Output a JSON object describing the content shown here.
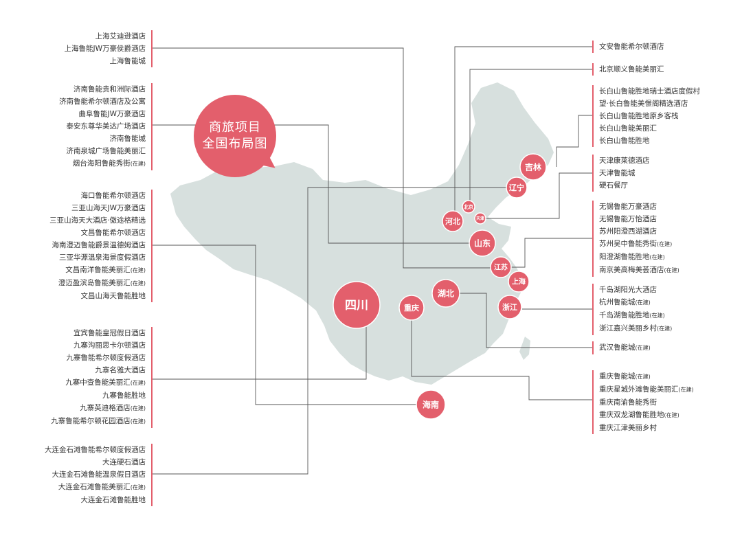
{
  "title": {
    "line1": "商旅项目",
    "line2": "全国布局图"
  },
  "colors": {
    "accent": "#e35f6c",
    "land": "#d7e0de",
    "line": "#555555"
  },
  "note_text": "(在建)",
  "left_groups": [
    {
      "items": [
        {
          "text": "上海艾迪逊酒店"
        },
        {
          "text": "上海鲁能JW万豪侯爵酒店"
        },
        {
          "text": "上海鲁能城"
        }
      ]
    },
    {
      "items": [
        {
          "text": "济南鲁能贵和洲际酒店"
        },
        {
          "text": "济南鲁能希尔顿酒店及公寓"
        },
        {
          "text": "曲阜鲁能JW万豪酒店"
        },
        {
          "text": "泰安东尊华美达广场酒店"
        },
        {
          "text": "济南鲁能城"
        },
        {
          "text": "济南泉城广场鲁能美丽汇"
        },
        {
          "text": "烟台海阳鲁能秀街",
          "note": "(在建)"
        }
      ]
    },
    {
      "items": [
        {
          "text": "海口鲁能希尔顿酒店"
        },
        {
          "text": "三亚山海天JW万豪酒店"
        },
        {
          "text": "三亚山海天大酒店·傲途格精选"
        },
        {
          "text": "文昌鲁能希尔顿酒店"
        },
        {
          "text": "海南澄迈鲁能爵景温德姆酒店"
        },
        {
          "text": "三亚华源温泉海景度假酒店"
        },
        {
          "text": "文昌南洋鲁能美丽汇",
          "note": "(在建)"
        },
        {
          "text": "澄迈盈滨岛鲁能美丽汇",
          "note": "(在建)"
        },
        {
          "text": "文昌山海天鲁能胜地"
        }
      ]
    },
    {
      "items": [
        {
          "text": "宜宾鲁能皇冠假日酒店"
        },
        {
          "text": "九寨沟丽思卡尔顿酒店"
        },
        {
          "text": "九寨鲁能希尔顿度假酒店"
        },
        {
          "text": "九寨名雅大酒店"
        },
        {
          "text": "九寨中查鲁能美丽汇",
          "note": "(在建)"
        },
        {
          "text": "九寨鲁能胜地"
        },
        {
          "text": "九寨英迪格酒店",
          "note": "(在建)"
        },
        {
          "text": "九寨鲁能希尔顿花园酒店",
          "note": "(在建)"
        }
      ]
    },
    {
      "items": [
        {
          "text": "大连金石滩鲁能希尔顿度假酒店"
        },
        {
          "text": "大连硬石酒店"
        },
        {
          "text": "大连金石滩鲁能温泉假日酒店"
        },
        {
          "text": "大连金石滩鲁能美丽汇",
          "note": "(在建)"
        },
        {
          "text": "大连金石滩鲁能胜地"
        }
      ]
    }
  ],
  "right_groups": [
    {
      "items": [
        {
          "text": "文安鲁能希尔顿酒店"
        }
      ]
    },
    {
      "items": [
        {
          "text": "北京顺义鲁能美丽汇"
        }
      ]
    },
    {
      "items": [
        {
          "text": "长白山鲁能胜地瑞士酒店度假村"
        },
        {
          "text": "望·长白鲁能美憬阁精选酒店"
        },
        {
          "text": "长白山鲁能胜地原乡客栈"
        },
        {
          "text": "长白山鲁能美丽汇"
        },
        {
          "text": "长白山鲁能胜地"
        }
      ]
    },
    {
      "items": [
        {
          "text": "天津康莱德酒店"
        },
        {
          "text": "天津鲁能城"
        },
        {
          "text": "硬石餐厅"
        }
      ]
    },
    {
      "items": [
        {
          "text": "无锡鲁能万豪酒店"
        },
        {
          "text": "无锡鲁能万怡酒店"
        },
        {
          "text": "苏州阳澄西湖酒店"
        },
        {
          "text": "苏州吴中鲁能秀街",
          "note": "(在建)"
        },
        {
          "text": "阳澄湖鲁能胜地",
          "note": "(在建)"
        },
        {
          "text": "南京美高梅美荟酒店",
          "note": "(在建)"
        }
      ]
    },
    {
      "items": [
        {
          "text": "千岛湖阳光大酒店"
        },
        {
          "text": "杭州鲁能城",
          "note": "(在建)"
        },
        {
          "text": "千岛湖鲁能胜地",
          "note": "(在建)"
        },
        {
          "text": "浙江嘉兴美丽乡村",
          "note": "(在建)"
        }
      ]
    },
    {
      "items": [
        {
          "text": "武汉鲁能城",
          "note": "(在建)"
        }
      ]
    },
    {
      "items": [
        {
          "text": "重庆鲁能城",
          "note": "(在建)"
        },
        {
          "text": "重庆星城外滩鲁能美丽汇",
          "note": "(在建)"
        },
        {
          "text": "重庆南渝鲁能秀街"
        },
        {
          "text": "重庆双龙湖鲁能胜地",
          "note": "(在建)"
        },
        {
          "text": "重庆江津美丽乡村"
        }
      ]
    }
  ],
  "regions": [
    {
      "name": "四川"
    },
    {
      "name": "重庆"
    },
    {
      "name": "湖北"
    },
    {
      "name": "海南"
    },
    {
      "name": "山东"
    },
    {
      "name": "江苏"
    },
    {
      "name": "上海"
    },
    {
      "name": "浙江"
    },
    {
      "name": "河北"
    },
    {
      "name": "北京"
    },
    {
      "name": "天津"
    },
    {
      "name": "辽宁"
    },
    {
      "name": "吉林"
    }
  ]
}
